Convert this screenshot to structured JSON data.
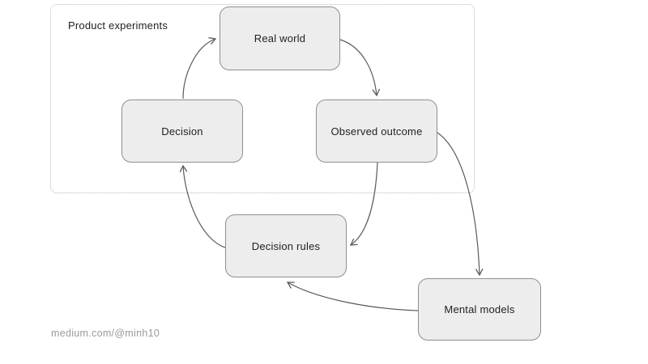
{
  "diagram": {
    "container_label": "Product experiments",
    "nodes": [
      {
        "id": "real-world",
        "label": "Real world"
      },
      {
        "id": "decision",
        "label": "Decision"
      },
      {
        "id": "observed-outcome",
        "label": "Observed outcome"
      },
      {
        "id": "decision-rules",
        "label": "Decision rules"
      },
      {
        "id": "mental-models",
        "label": "Mental models"
      }
    ],
    "edges": [
      {
        "from": "decision",
        "to": "real-world"
      },
      {
        "from": "real-world",
        "to": "observed-outcome"
      },
      {
        "from": "observed-outcome",
        "to": "decision-rules"
      },
      {
        "from": "decision-rules",
        "to": "decision"
      },
      {
        "from": "observed-outcome",
        "to": "mental-models"
      },
      {
        "from": "mental-models",
        "to": "decision-rules"
      }
    ]
  },
  "watermark": "medium.com/@minh10",
  "colors": {
    "node-fill": "#ededed",
    "node-border": "#8f8f8f",
    "edge-stroke": "#5a5a5a",
    "dashed-border": "#b8b8b8",
    "text": "#1f1f1f",
    "watermark-text": "#9a9a9a",
    "background": "#ffffff"
  }
}
